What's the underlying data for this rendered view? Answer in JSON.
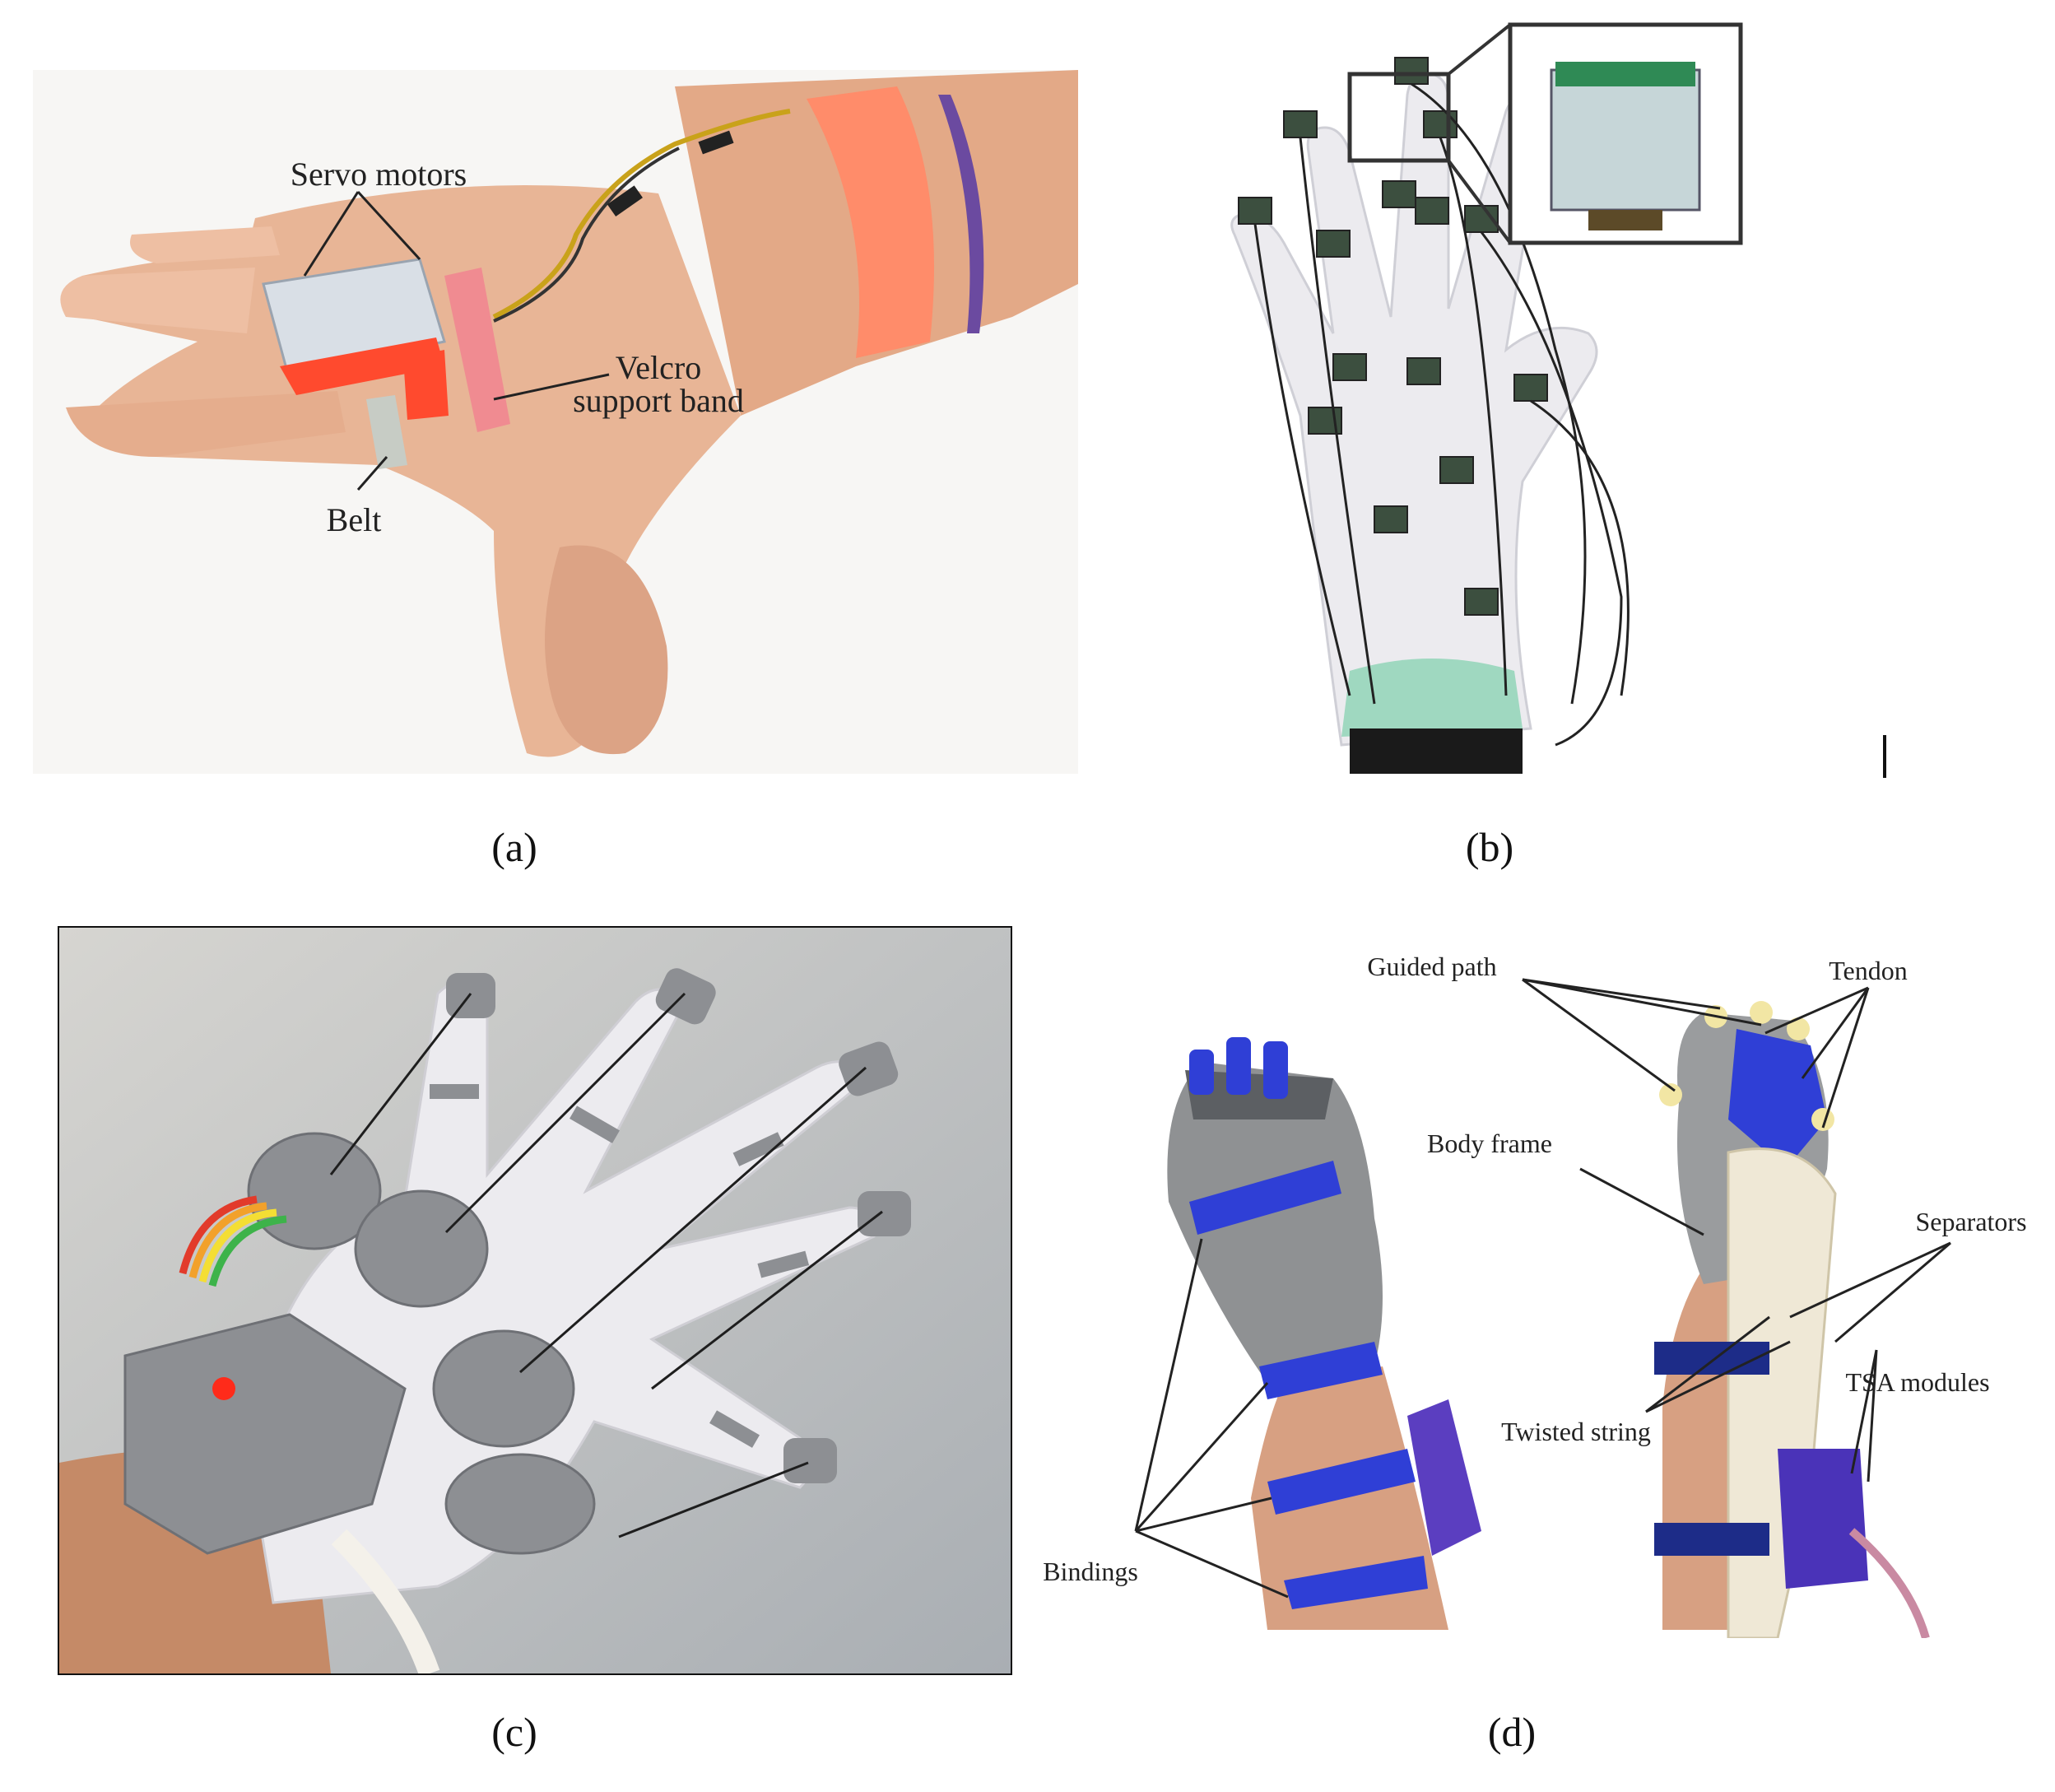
{
  "panels": {
    "a": {
      "caption": "(a)",
      "labels": {
        "servo": "Servo motors",
        "velcro_1": "Velcro",
        "velcro_2": "support band",
        "belt": "Belt"
      }
    },
    "b": {
      "caption": "(b)"
    },
    "c": {
      "caption": "(c)"
    },
    "d": {
      "caption": "(d)",
      "labels": {
        "guided": "Guided path",
        "tendon": "Tendon",
        "body": "Body frame",
        "separators": "Separators",
        "tsa": "TSA modules",
        "twisted": "Twisted string",
        "bindings": "Bindings"
      }
    }
  },
  "colors": {
    "skin": "#e8b596",
    "orange": "#ff8c6a",
    "red": "#ff4a2e",
    "glove_white": "#ecebef",
    "wall": "#c9c8c4",
    "gray_part": "#8d8f93",
    "blue_strap": "#2f3fd6",
    "purple_module": "#4a33b8"
  }
}
